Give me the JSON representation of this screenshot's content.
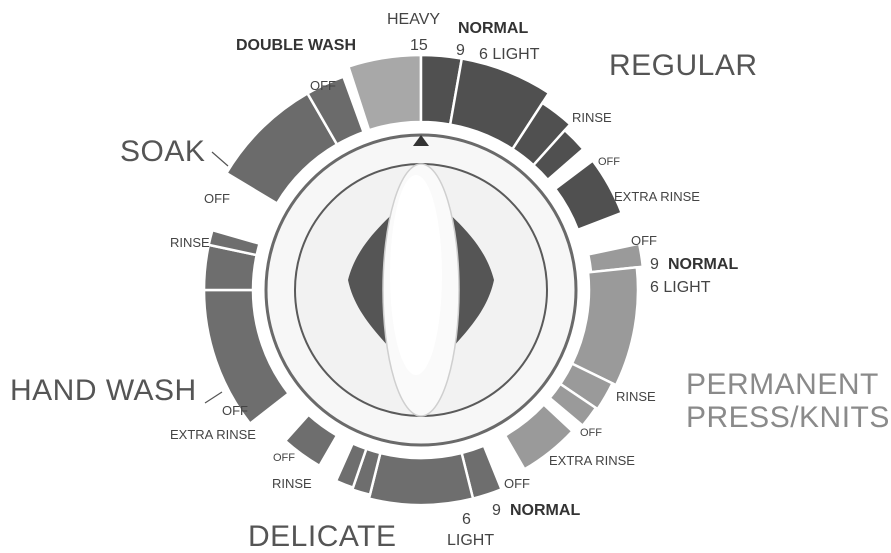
{
  "colors": {
    "regular": "#505050",
    "double_wash": "#a8a8a8",
    "soak": "#6b6b6b",
    "hand_wash": "#6e6e6e",
    "delicate": "#6e6e6e",
    "permanent_press": "#9a9a9a",
    "knob": "#f4f4f4",
    "bezel": "#f7f7f7"
  },
  "sections": {
    "regular": "REGULAR",
    "soak": "SOAK",
    "hand_wash": "HAND WASH",
    "delicate": "DELICATE",
    "permanent_press_line1": "PERMANENT",
    "permanent_press_line2": "PRESS/KNITS"
  },
  "labels": {
    "heavy": "HEAVY",
    "fifteen": "15",
    "normal_top": "NORMAL",
    "nine_top": "9",
    "six_light_top": "6 LIGHT",
    "double_wash": "DOUBLE WASH",
    "off_double": "OFF",
    "rinse_regular": "RINSE",
    "off_regular": "OFF",
    "extra_rinse_regular": "EXTRA RINSE",
    "off_soak": "OFF",
    "off_pp_top": "OFF",
    "nine_pp": "9",
    "normal_pp": "NORMAL",
    "six_light_pp": "6 LIGHT",
    "rinse_left": "RINSE",
    "rinse_pp": "RINSE",
    "off_pp": "OFF",
    "extra_rinse_pp": "EXTRA RINSE",
    "off_hand": "OFF",
    "extra_rinse_hand": "EXTRA RINSE",
    "off_delicate": "OFF",
    "rinse_delicate": "RINSE",
    "off_delicate_right": "OFF",
    "nine_del": "9",
    "normal_del": "NORMAL",
    "six_del": "6",
    "light_del": "LIGHT"
  }
}
